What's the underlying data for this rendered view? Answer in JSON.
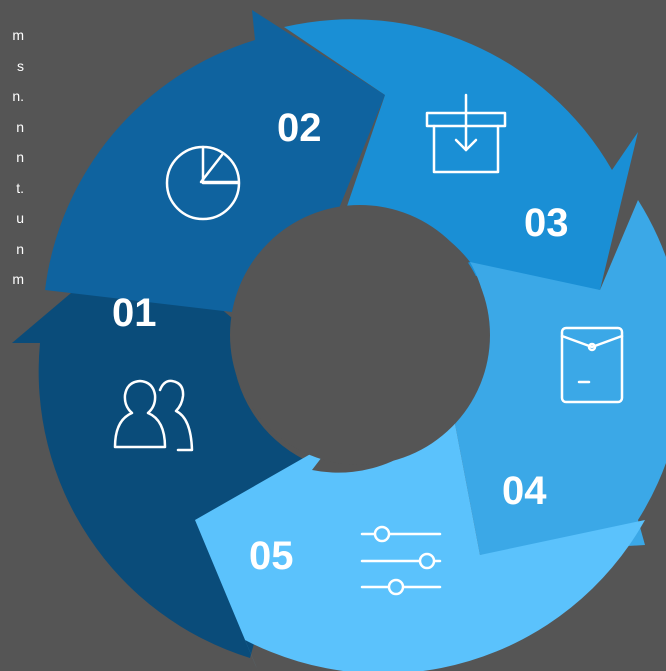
{
  "left_text_fragments": [
    "m",
    "s",
    "n.",
    "n",
    "n",
    "t.",
    "u",
    "n",
    "m"
  ],
  "colors": {
    "background": "#555555",
    "step_01": "#0a4c7a",
    "step_02": "#0f639f",
    "step_03": "#1a8fd5",
    "step_04": "#3ba8e7",
    "step_05": "#5bc2fc",
    "text": "#ffffff"
  },
  "steps": [
    {
      "number": "01",
      "icon": "users-icon"
    },
    {
      "number": "02",
      "icon": "pie-chart-icon"
    },
    {
      "number": "03",
      "icon": "inbox-download-icon"
    },
    {
      "number": "04",
      "icon": "envelope-icon"
    },
    {
      "number": "05",
      "icon": "sliders-icon"
    }
  ]
}
